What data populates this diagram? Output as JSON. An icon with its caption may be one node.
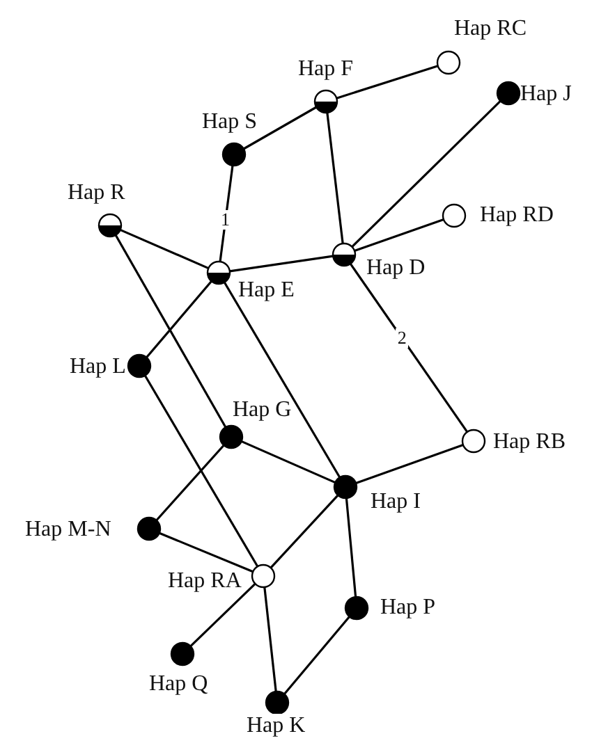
{
  "diagram": {
    "nodes": [
      {
        "text": [
          "Hap RC"
        ]
      },
      {
        "text": [
          "Hap F"
        ]
      },
      {
        "text": [
          "Hap J"
        ]
      },
      {
        "text": [
          "Hap S"
        ]
      },
      {
        "text": [
          "Hap R"
        ]
      },
      {
        "text": [
          "Hap RD"
        ]
      },
      {
        "text": [
          "Hap E"
        ]
      },
      {
        "text": [
          "Hap D"
        ]
      },
      {
        "text": [
          "Hap L"
        ]
      },
      {
        "text": [
          "Hap G"
        ]
      },
      {
        "text": [
          "Hap RB"
        ]
      },
      {
        "text": [
          "Hap I"
        ]
      },
      {
        "text": [
          "Hap M-N"
        ]
      },
      {
        "text": [
          "Hap RA"
        ]
      },
      {
        "text": [
          "Hap P"
        ]
      },
      {
        "text": [
          "Hap Q"
        ]
      },
      {
        "text": [
          "Hap K"
        ]
      }
    ],
    "edges": [
      {
        "from": 3,
        "to": 1,
        "arrow": "none"
      },
      {
        "from": 1,
        "to": 0,
        "arrow": "none"
      },
      {
        "from": 1,
        "to": 7,
        "arrow": "none"
      },
      {
        "from": 3,
        "to": 6,
        "arrow": "none",
        "label": "1"
      },
      {
        "from": 4,
        "to": 6,
        "arrow": "none"
      },
      {
        "from": 6,
        "to": 7,
        "arrow": "none"
      },
      {
        "from": 7,
        "to": 2,
        "arrow": "none"
      },
      {
        "from": 7,
        "to": 5,
        "arrow": "none"
      },
      {
        "from": 7,
        "to": 10,
        "arrow": "none",
        "label": "2"
      },
      {
        "from": 4,
        "to": 9,
        "arrow": "none"
      },
      {
        "from": 6,
        "to": 8,
        "arrow": "none"
      },
      {
        "from": 6,
        "to": 11,
        "arrow": "none"
      },
      {
        "from": 8,
        "to": 13,
        "arrow": "none"
      },
      {
        "from": 9,
        "to": 11,
        "arrow": "none"
      },
      {
        "from": 9,
        "to": 12,
        "arrow": "none"
      },
      {
        "from": 11,
        "to": 10,
        "arrow": "none"
      },
      {
        "from": 11,
        "to": 13,
        "arrow": "none"
      },
      {
        "from": 11,
        "to": 14,
        "arrow": "none"
      },
      {
        "from": 12,
        "to": 13,
        "arrow": "none"
      },
      {
        "from": 13,
        "to": 15,
        "arrow": "none"
      },
      {
        "from": 13,
        "to": 16,
        "arrow": "none"
      },
      {
        "from": 14,
        "to": 16,
        "arrow": "none"
      }
    ]
  }
}
